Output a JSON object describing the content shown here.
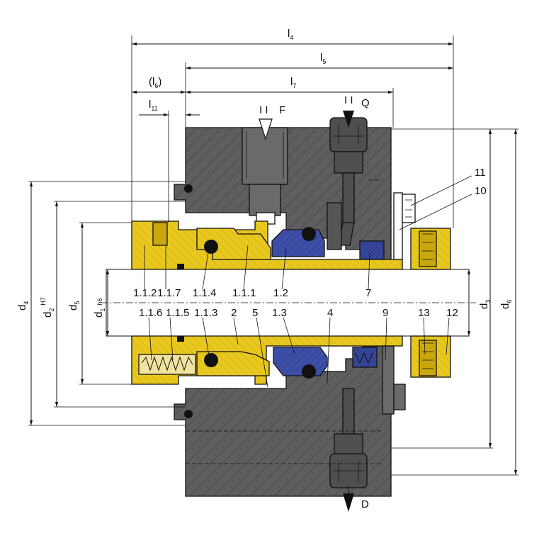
{
  "colors": {
    "housing": "#5e5e5e",
    "housing_hatch": "#3b3b3b",
    "brass": "#e8c81e",
    "brass_dark": "#c9a80d",
    "blue": "#3e4fa8",
    "blue_dark": "#27357a",
    "shaft": "#c4c4c4",
    "black": "#111111"
  },
  "dimensions": {
    "l4": "l",
    "l4_sub": "4",
    "l5": "l",
    "l5_sub": "5",
    "l6": "(l",
    "l6_sub": "6",
    "l6_close": ")",
    "l7": "l",
    "l7_sub": "7",
    "l11": "l",
    "l11_sub": "11",
    "d1": "d",
    "d1_sub": "1",
    "d1_tol": "h6",
    "d2": "d",
    "d2_sub": "2",
    "d2_tol": "H7",
    "d3": "d",
    "d3_sub": "3",
    "d4": "d",
    "d4_sub": "4",
    "d5": "d",
    "d5_sub": "5",
    "d6": "d",
    "d6_sub": "6"
  },
  "ports": {
    "flush_in": "F",
    "quench": "Q",
    "drain": "D",
    "port_mark": "I I"
  },
  "parts_upper": [
    "1.1.2",
    "1.1.7",
    "1.1.4",
    "1.1.1",
    "1.2",
    "7"
  ],
  "parts_lower": [
    "1.1.6",
    "1.1.5",
    "1.1.3",
    "2",
    "5",
    "1.3",
    "4",
    "9",
    "13",
    "12"
  ],
  "parts_right": [
    "11",
    "10"
  ]
}
